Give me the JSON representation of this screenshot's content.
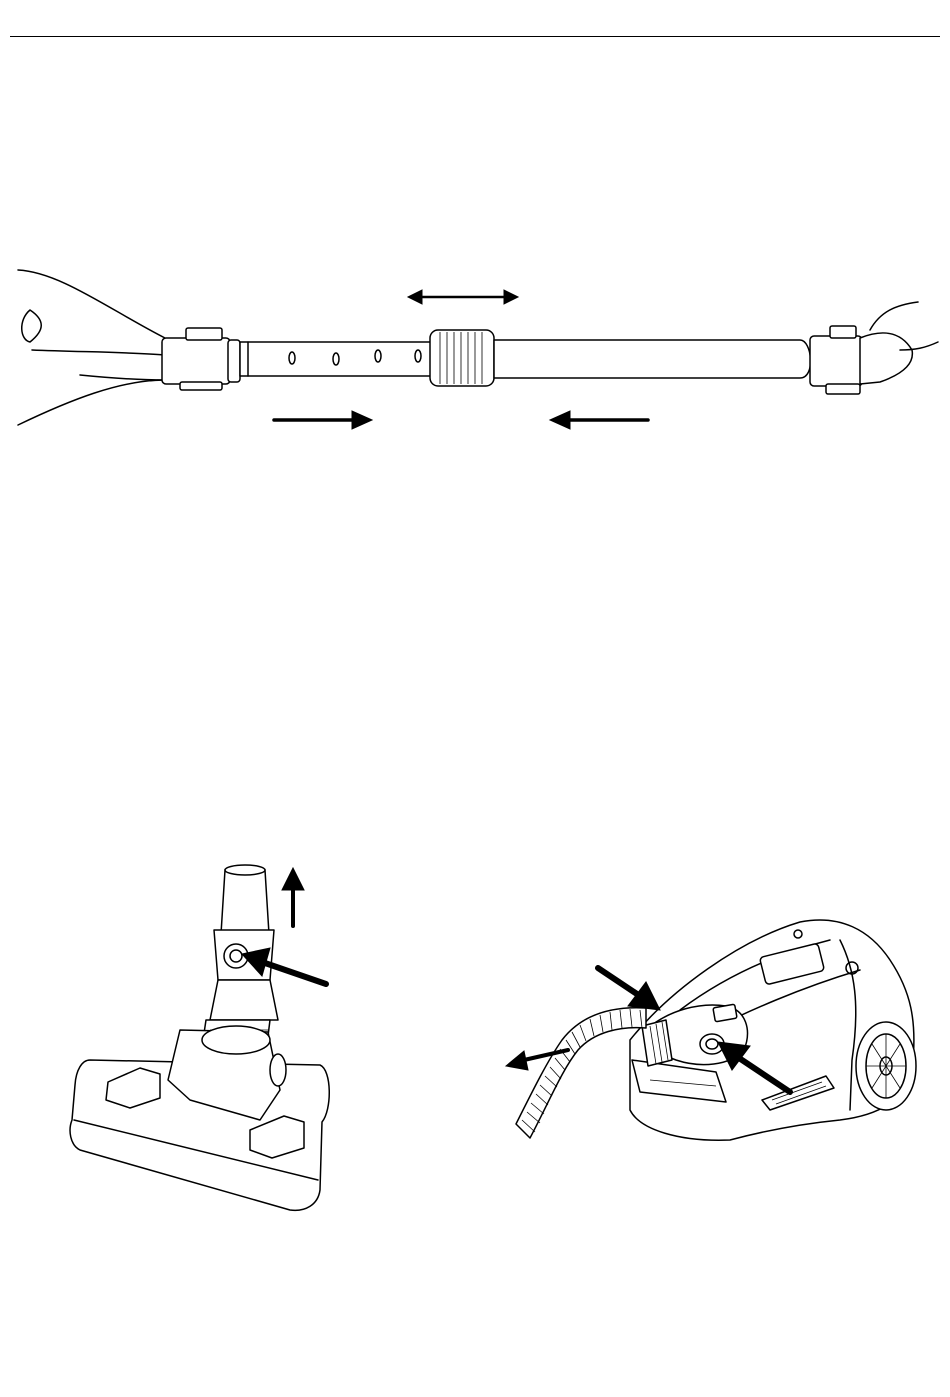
{
  "page": {
    "background": "#ffffff",
    "line_color": "#000000"
  },
  "figures": [
    {
      "id": "telescopic-tube",
      "icons": [
        "double-headed-arrow-icon",
        "arrow-right-icon",
        "arrow-left-icon"
      ]
    },
    {
      "id": "floor-nozzle-release",
      "icons": [
        "arrow-up-icon",
        "arrow-pointing-button-icon"
      ]
    },
    {
      "id": "hose-removal",
      "icons": [
        "arrow-pointing-inlet-icon",
        "arrow-pointing-release-icon",
        "arrow-pull-out-icon"
      ]
    }
  ]
}
